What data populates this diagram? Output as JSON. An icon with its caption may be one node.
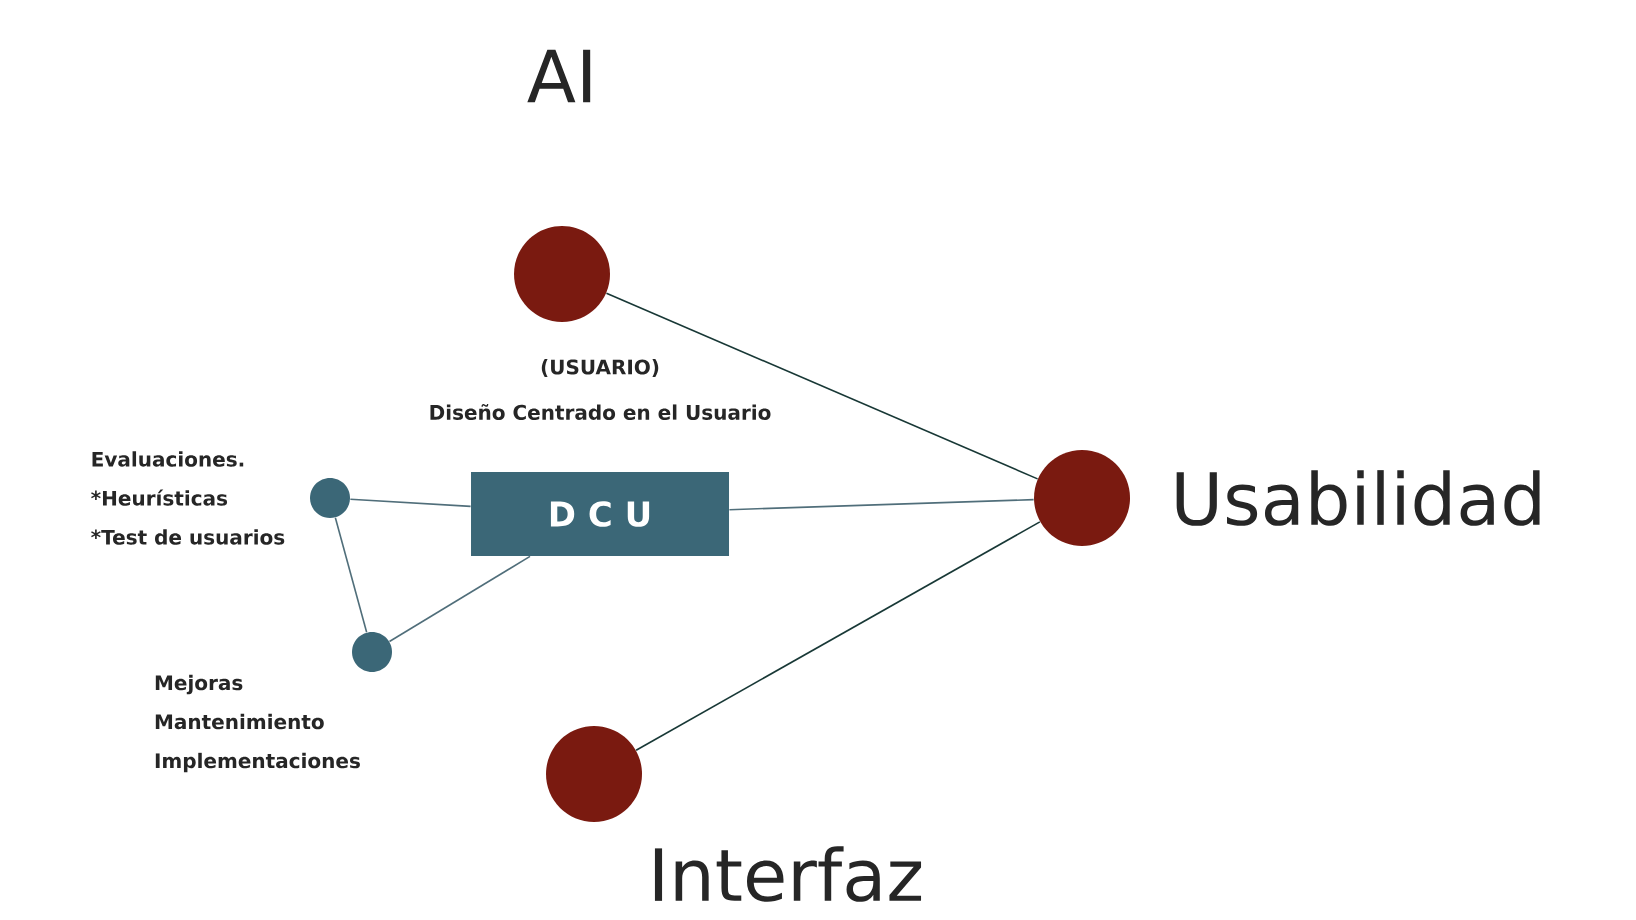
{
  "diagram": {
    "nodes": [
      {
        "text": [
          "AI"
        ]
      },
      {
        "text": [
          "D C U"
        ],
        "beside": [
          "(USUARIO)",
          "Diseño Centrado en el Usuario"
        ]
      },
      {
        "text": [
          "Usabilidad"
        ]
      },
      {
        "text": [
          "Interfaz"
        ]
      },
      {
        "text": [
          "Evaluaciones.",
          "*Heurísticas",
          "*Test de usuarios"
        ]
      },
      {
        "text": [
          "Mejoras",
          "Mantenimiento",
          "Implementaciones"
        ]
      }
    ],
    "edges": [
      {
        "from": 0,
        "to": 2,
        "arrow": "none",
        "color": "#333333"
      },
      {
        "from": 1,
        "to": 2,
        "arrow": "none"
      },
      {
        "from": 3,
        "to": 2,
        "arrow": "none",
        "color": "#333333"
      },
      {
        "from": 4,
        "to": 1,
        "arrow": "none"
      },
      {
        "from": 4,
        "to": 5,
        "arrow": "none"
      },
      {
        "from": 5,
        "to": 1,
        "arrow": "none"
      }
    ]
  }
}
